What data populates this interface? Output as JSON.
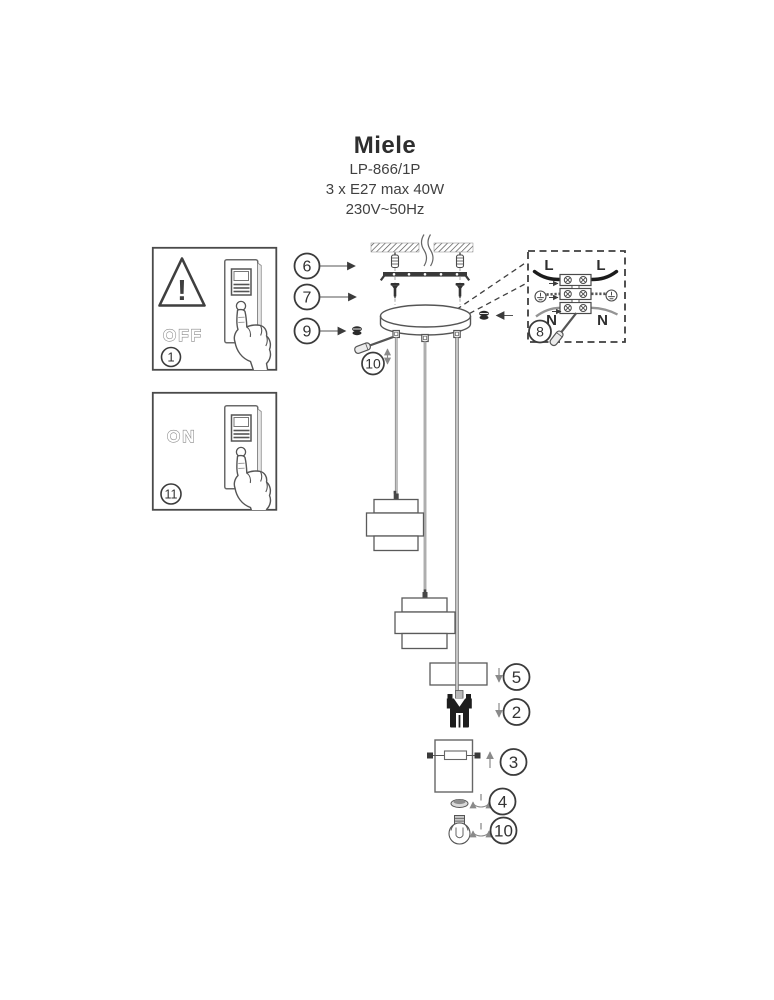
{
  "header": {
    "brand": "Miele",
    "model": "LP-866/1P",
    "lamp_spec": "3 x E27 max 40W",
    "voltage_spec": "230V~50Hz"
  },
  "panels": {
    "off_label": "OFF",
    "on_label": "ON",
    "warning_mark": "!"
  },
  "wiring_labels": {
    "live_left": "L",
    "live_right": "L",
    "neutral_left": "N",
    "neutral_right": "N"
  },
  "callouts": {
    "c1": "1",
    "c2": "2",
    "c3": "3",
    "c4": "4",
    "c5": "5",
    "c6": "6",
    "c7": "7",
    "c8": "8",
    "c9": "9",
    "c10": "10",
    "c11": "11"
  }
}
